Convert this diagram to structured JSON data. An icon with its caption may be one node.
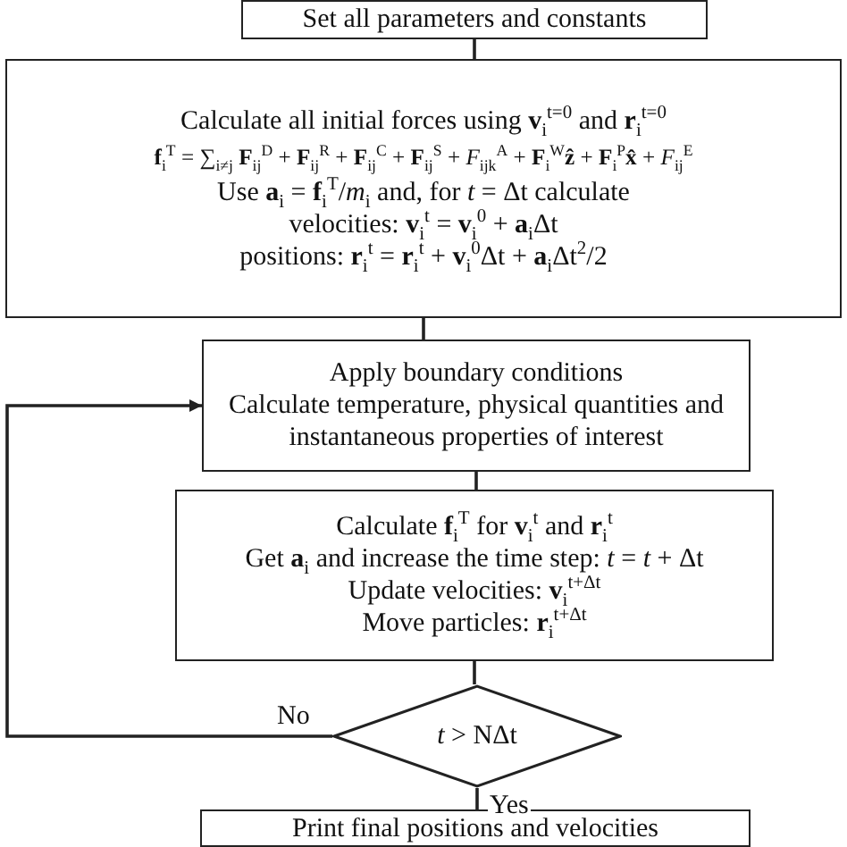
{
  "diagram": {
    "nodes": [
      {
        "text": [
          "Set all parameters and constants"
        ]
      },
      {
        "text": [
          "Calculate all initial forces using **v**$_{i}$$^{t=0}$ and **r**$_{i}$$^{t=0}$",
          "**f**$_{i}$$^{T}$ = ∑$_{i≠j}$ **F**$_{ij}$$^{D}$ + **F**$_{ij}$$^{R}$ + **F**$_{ij}$$^{C}$ + **F**$_{ij}$$^{S}$ + *F*$_{ijk}$$^{A}$ + **F**$_{i}$$^{W}$**ẑ** + **F**$_{i}$$^{P}$**x̂** + *F*$_{ij}$$^{E}$",
          "Use **a**$_{i}$ = **f**$_{i}$$^{T}$/*m*$_{i}$ and, for *t* = Δt calculate",
          "velocities: **v**$_{i}$$^{t}$ = **v**$_{i}$$^{0}$ + **a**$_{i}$Δt",
          "positions: **r**$_{i}$$^{t}$ = **r**$_{i}$$^{t}$ + **v**$_{i}$$^{0}$Δt + **a**$_{i}$Δt$^{2}$/2"
        ]
      },
      {
        "text": [
          "Apply boundary conditions",
          "Calculate temperature, physical quantities and instantaneous properties of interest"
        ]
      },
      {
        "text": [
          "Calculate **f**$_{i}$$^{T}$ for **v**$_{i}$$^{t}$ and **r**$_{i}$$^{t}$",
          "Get **a**$_{i}$ and increase the time step: *t* = *t* + Δt",
          "Update velocities: **v**$_{i}$$^{t+Δt}$",
          "Move particles: **r**$_{i}$$^{t+Δt}$"
        ]
      },
      {
        "text": [
          "*t* > NΔt"
        ]
      },
      {
        "text": [
          "Print final positions and velocities"
        ]
      }
    ],
    "edges": [
      {
        "from": 0,
        "to": 1,
        "arrow": "none"
      },
      {
        "from": 1,
        "to": 2,
        "arrow": "none"
      },
      {
        "from": 2,
        "to": 3,
        "arrow": "none"
      },
      {
        "from": 3,
        "to": 4,
        "arrow": "none"
      },
      {
        "from": 4,
        "to": 2,
        "arrow": "to",
        "label": "No"
      },
      {
        "from": 4,
        "to": 5,
        "arrow": "none",
        "label": "Yes"
      }
    ]
  }
}
